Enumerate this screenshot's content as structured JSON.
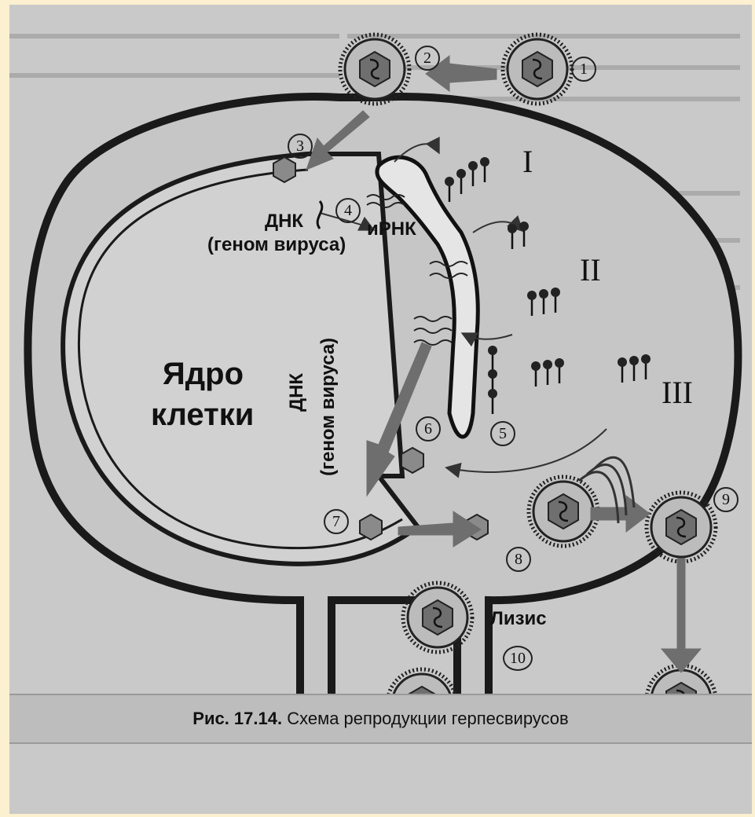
{
  "figure": {
    "caption_prefix": "Рис. 17.14.",
    "caption_text": " Схема репродукции герпесвирусов"
  },
  "labels": {
    "nucleus_line1": "Ядро",
    "nucleus_line2": "клетки",
    "dna": "ДНК",
    "genome": "(геном вируса)",
    "mrna": "иРНК",
    "dna_vertical": "ДНК",
    "genome_vertical": "(геном вируса)",
    "lysis": "Лизис"
  },
  "stages": {
    "roman": [
      "I",
      "II",
      "III"
    ],
    "numbers": [
      "1",
      "2",
      "3",
      "4",
      "5",
      "6",
      "7",
      "8",
      "9",
      "10"
    ]
  },
  "colors": {
    "cell_outline": "#1a1a1a",
    "cytoplasm": "#c6c6c6",
    "nucleus": "#cfcfcf",
    "arrow": "#6e6e6e"
  }
}
